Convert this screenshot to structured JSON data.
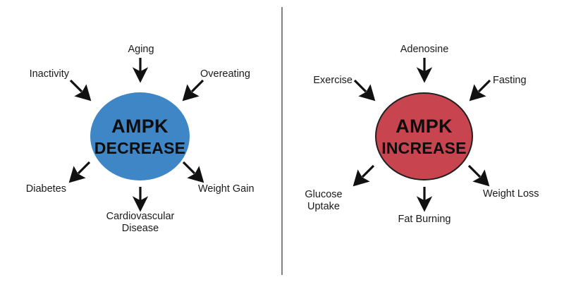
{
  "figure": {
    "title": "AMPK regulation diagram",
    "background_color": "#ffffff",
    "divider_color": "#808080",
    "text_color": "#1a1a1a",
    "arrow_color": "#111111"
  },
  "panels": [
    {
      "id": "decrease",
      "circle": {
        "title": "AMPK",
        "subtitle": "DECREASE",
        "fill_color": "#3f86c6",
        "text_color": "#0d0d0d"
      },
      "causes": [
        {
          "label": "Inactivity",
          "arrow": "down-right"
        },
        {
          "label": "Aging",
          "arrow": "down"
        },
        {
          "label": "Overeating",
          "arrow": "down-left"
        }
      ],
      "effects": [
        {
          "label": "Diabetes",
          "arrow": "down-left"
        },
        {
          "label": "Cardiovascular\nDisease",
          "arrow": "down",
          "line1": "Cardiovascular",
          "line2": "Disease"
        },
        {
          "label": "Weight Gain",
          "arrow": "down-right"
        }
      ]
    },
    {
      "id": "increase",
      "circle": {
        "title": "AMPK",
        "subtitle": "INCREASE",
        "fill_color": "#c84550",
        "stroke_color": "#231f20",
        "text_color": "#0d0d0d"
      },
      "causes": [
        {
          "label": "Exercise",
          "arrow": "down-right"
        },
        {
          "label": "Adenosine",
          "arrow": "down"
        },
        {
          "label": "Fasting",
          "arrow": "down-left"
        }
      ],
      "effects": [
        {
          "label": "Glucose\nUptake",
          "arrow": "down-left",
          "line1": "Glucose",
          "line2": "Uptake"
        },
        {
          "label": "Fat Burning",
          "arrow": "down"
        },
        {
          "label": "Weight Loss",
          "arrow": "down-right"
        }
      ]
    }
  ],
  "left": {
    "circle_title": "AMPK",
    "circle_subtitle": "DECREASE",
    "inactivity": "Inactivity",
    "aging": "Aging",
    "overeating": "Overeating",
    "diabetes": "Diabetes",
    "cardiovascular_l1": "Cardiovascular",
    "cardiovascular_l2": "Disease",
    "weight_gain": "Weight Gain"
  },
  "right": {
    "circle_title": "AMPK",
    "circle_subtitle": "INCREASE",
    "exercise": "Exercise",
    "adenosine": "Adenosine",
    "fasting": "Fasting",
    "glucose_l1": "Glucose",
    "glucose_l2": "Uptake",
    "fat_burning": "Fat Burning",
    "weight_loss": "Weight Loss"
  }
}
